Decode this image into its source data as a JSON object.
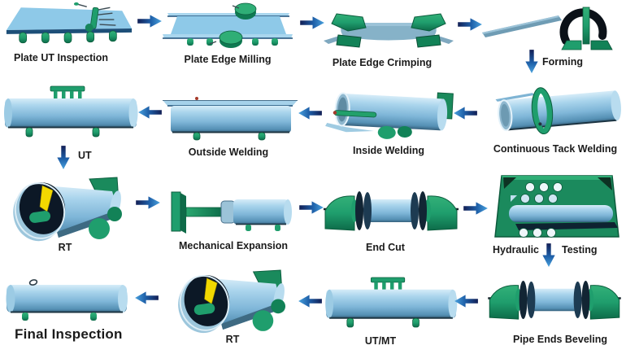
{
  "diagram": {
    "type": "process-flow",
    "subject": "Pipe manufacturing process",
    "background": "#ffffff"
  },
  "process": {
    "steps": [
      {
        "id": 1,
        "label": "Plate UT Inspection"
      },
      {
        "id": 2,
        "label": "Plate Edge Milling"
      },
      {
        "id": 3,
        "label": "Plate Edge Crimping"
      },
      {
        "id": 4,
        "label": "Forming"
      },
      {
        "id": 5,
        "label": "Continuous Tack Welding"
      },
      {
        "id": 6,
        "label": "Inside Welding"
      },
      {
        "id": 7,
        "label": "Outside Welding"
      },
      {
        "id": 8,
        "label": "UT"
      },
      {
        "id": 9,
        "label": "RT"
      },
      {
        "id": 10,
        "label": "Mechanical Expansion"
      },
      {
        "id": 11,
        "label": "End Cut"
      },
      {
        "id": 12,
        "label": "Hydraulic Testing",
        "label_left": "Hydraulic",
        "label_right": "Testing"
      },
      {
        "id": 13,
        "label": "Pipe Ends Beveling"
      },
      {
        "id": 14,
        "label": "UT/MT"
      },
      {
        "id": 15,
        "label": "RT"
      },
      {
        "id": 16,
        "label": "Final Inspection"
      }
    ],
    "transitions": [
      {
        "from": 1,
        "to": 2,
        "direction": "right"
      },
      {
        "from": 2,
        "to": 3,
        "direction": "right"
      },
      {
        "from": 3,
        "to": 4,
        "direction": "right"
      },
      {
        "from": 4,
        "to": 5,
        "direction": "down"
      },
      {
        "from": 5,
        "to": 6,
        "direction": "left"
      },
      {
        "from": 6,
        "to": 7,
        "direction": "left"
      },
      {
        "from": 7,
        "to": 8,
        "direction": "left"
      },
      {
        "from": 8,
        "to": 9,
        "direction": "down"
      },
      {
        "from": 9,
        "to": 10,
        "direction": "right"
      },
      {
        "from": 10,
        "to": 11,
        "direction": "right"
      },
      {
        "from": 11,
        "to": 12,
        "direction": "right"
      },
      {
        "from": 12,
        "to": 13,
        "direction": "down"
      },
      {
        "from": 13,
        "to": 14,
        "direction": "left"
      },
      {
        "from": 14,
        "to": 15,
        "direction": "left"
      },
      {
        "from": 15,
        "to": 16,
        "direction": "left"
      }
    ]
  },
  "colors": {
    "arrow_dark": "#13265c",
    "arrow_light": "#4aa2de",
    "machine_green": "#1f9e6d",
    "machine_green_dark": "#0c5e3e",
    "plate_steel_blue": "#8ec9e8",
    "pipe_blue_light": "#a9d4ec",
    "rt_wedge_yellow": "#f2d800",
    "weld_dot_red": "#a63a2a",
    "label_text": "#1b1b1b",
    "background": "#ffffff"
  }
}
